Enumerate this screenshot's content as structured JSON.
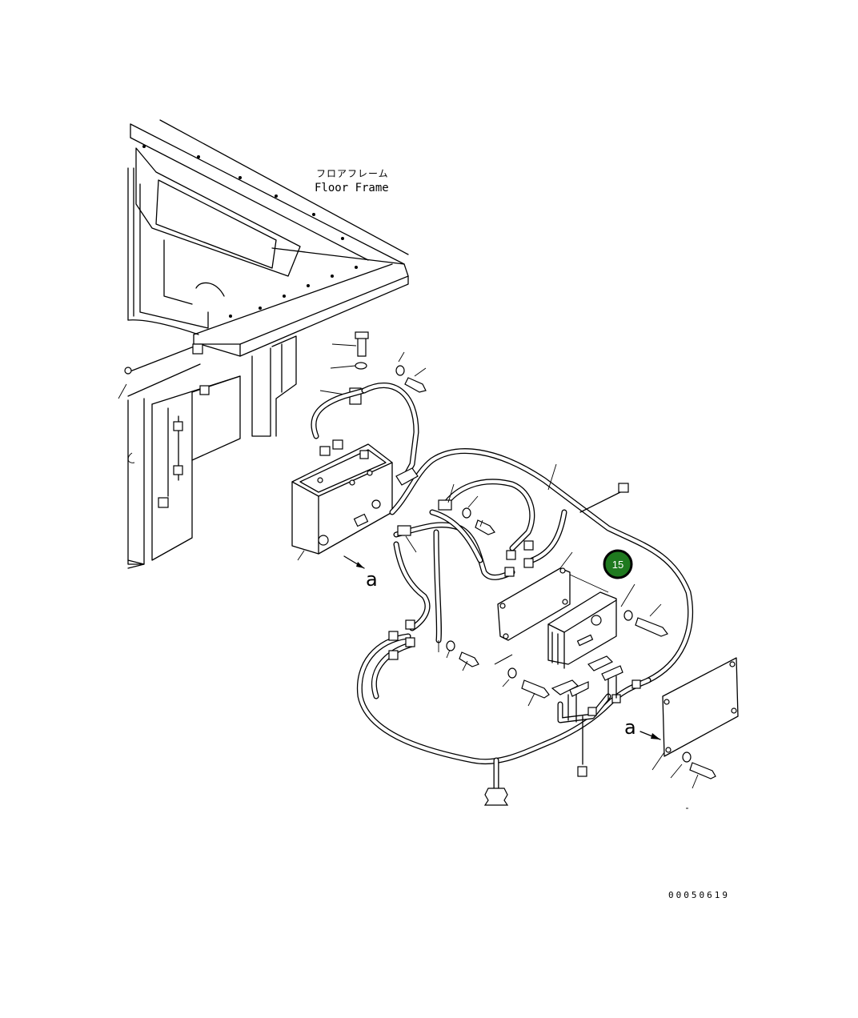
{
  "labels": {
    "frame_jp": "フロアフレーム",
    "frame_en": "Floor Frame",
    "view_marker_1": "a",
    "view_marker_2": "a",
    "drawing_number": "00050619"
  },
  "callouts": [
    {
      "number": "15",
      "color": "#1f7a1f"
    }
  ]
}
